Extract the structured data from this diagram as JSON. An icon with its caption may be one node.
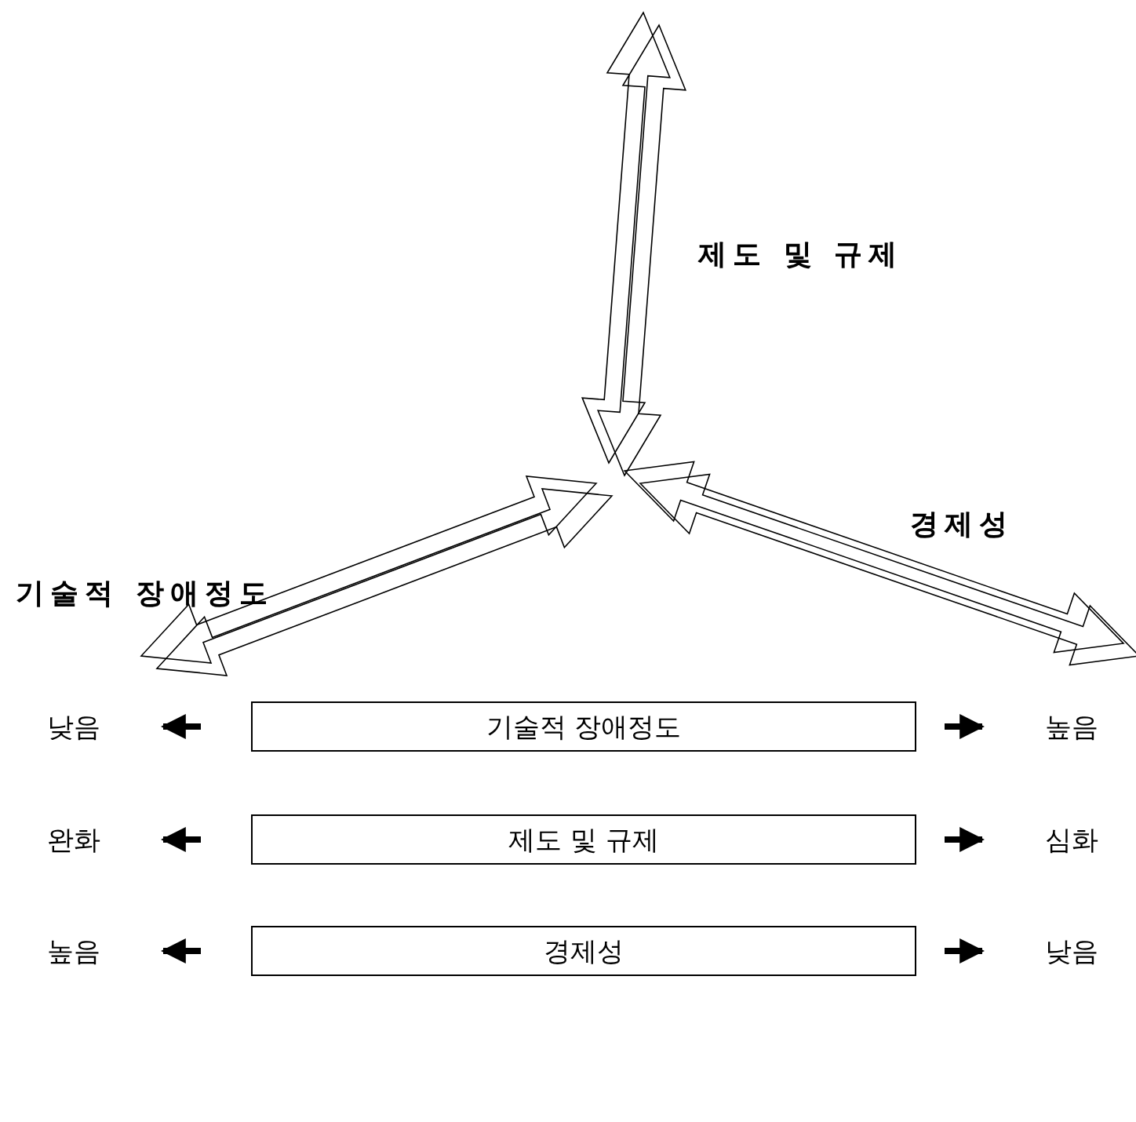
{
  "diagram": {
    "nodes": [
      {
        "text": [
          "낮음"
        ]
      },
      {
        "text": [
          "기술적 장애정도"
        ]
      },
      {
        "text": [
          "높음"
        ]
      },
      {
        "text": [
          "완화"
        ]
      },
      {
        "text": [
          "제도 및 규제"
        ]
      },
      {
        "text": [
          "심화"
        ]
      },
      {
        "text": [
          "높음"
        ]
      },
      {
        "text": [
          "경제성"
        ]
      },
      {
        "text": [
          "낮음"
        ]
      }
    ],
    "edges": [
      {
        "from": 1,
        "to": 0,
        "arrow": "to"
      },
      {
        "from": 1,
        "to": 2,
        "arrow": "to"
      },
      {
        "from": 4,
        "to": 3,
        "arrow": "to"
      },
      {
        "from": 4,
        "to": 5,
        "arrow": "to"
      },
      {
        "from": 7,
        "to": 6,
        "arrow": "to"
      },
      {
        "from": 7,
        "to": 8,
        "arrow": "to"
      }
    ],
    "labels": [
      "제도 및 규제",
      "경제성",
      "기술적 장애정도"
    ]
  }
}
